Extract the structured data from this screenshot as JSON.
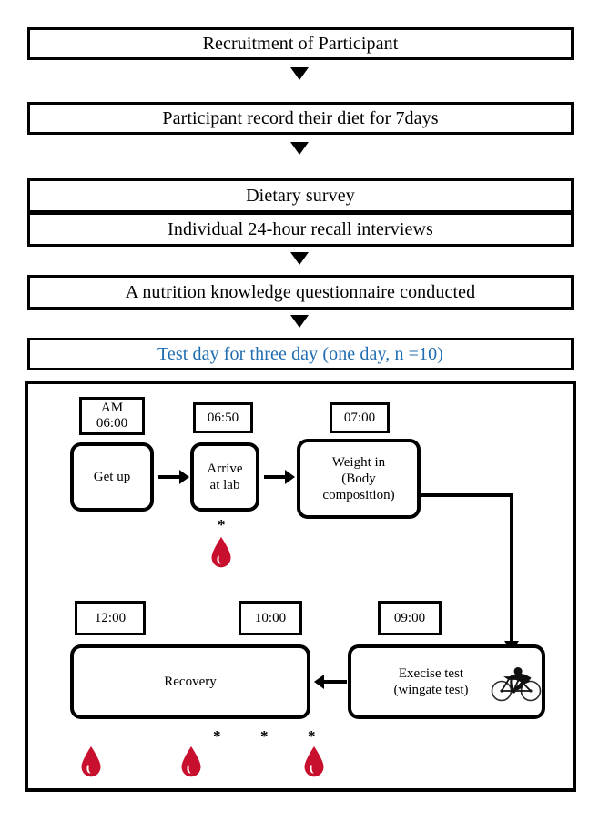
{
  "figure": {
    "title": "Study protocol flowchart",
    "colors": {
      "line": "#000000",
      "background": "#ffffff",
      "highlight_text": "#1f6cb0",
      "blood": "#c8102e"
    }
  },
  "stages": [
    {
      "id": "recruitment",
      "label": "Recruitment of Participant"
    },
    {
      "id": "diet-record",
      "label": "Participant record their diet for 7days"
    },
    {
      "id": "dietary-survey",
      "label": "Dietary survey"
    },
    {
      "id": "recall",
      "label": "Individual 24-hour recall interviews"
    },
    {
      "id": "questionnaire",
      "label": "A nutrition knowledge questionnaire conducted"
    },
    {
      "id": "test-day",
      "label": "Test day for three day (one day, n =10)"
    }
  ],
  "test_day": {
    "row_top": [
      {
        "id": "get-up",
        "time": "AM\n06:00",
        "label": "Get up"
      },
      {
        "id": "arrive",
        "time": "06:50",
        "label": "Arrive\nat lab"
      },
      {
        "id": "weight-in",
        "time": "07:00",
        "label": "Weight in\n(Body\ncomposition)"
      }
    ],
    "row_bottom": [
      {
        "id": "recovery",
        "time": "12:00",
        "label": "Recovery"
      },
      {
        "id": "recovery-mid",
        "time": "10:00",
        "label": ""
      },
      {
        "id": "exercise-test",
        "time": "09:00",
        "label": "Execise test\n(wingate test)"
      }
    ],
    "markers": {
      "asterisk": "*",
      "asterisk_count_top": 1,
      "asterisk_count_bottom": 3,
      "blood_drop_count_top": 1,
      "blood_drop_count_bottom": 3
    },
    "icons": {
      "cyclist": "cyclist-icon",
      "blood_drop": "blood-drop-icon"
    }
  },
  "connectors": {
    "triangle": "triangle-down-icon",
    "arrow_right": "arrow-right-icon",
    "arrow_left": "arrow-left-icon",
    "elbow": "elbow-connector"
  }
}
